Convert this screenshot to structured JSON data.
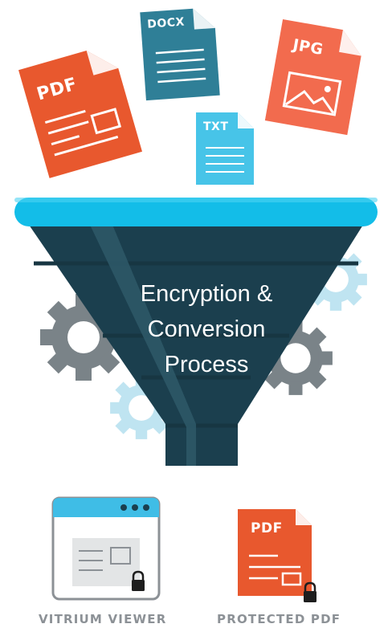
{
  "source_files": {
    "pdf": "PDF",
    "docx": "DOCX",
    "jpg": "JPG",
    "txt": "TXT"
  },
  "funnel": {
    "line1": "Encryption &",
    "line2": "Conversion",
    "line3": "Process"
  },
  "outputs": {
    "viewer_caption": "VITRIUM VIEWER",
    "pdf_label": "PDF",
    "pdf_caption": "PROTECTED PDF"
  },
  "colors": {
    "orange": "#e8582e",
    "salmon": "#f26b4e",
    "teal": "#2f7f97",
    "sky": "#47c4e8",
    "funnel_dark": "#1b3f4e",
    "gear_gray": "#7a8388",
    "gear_blue": "#bfe4f1"
  }
}
